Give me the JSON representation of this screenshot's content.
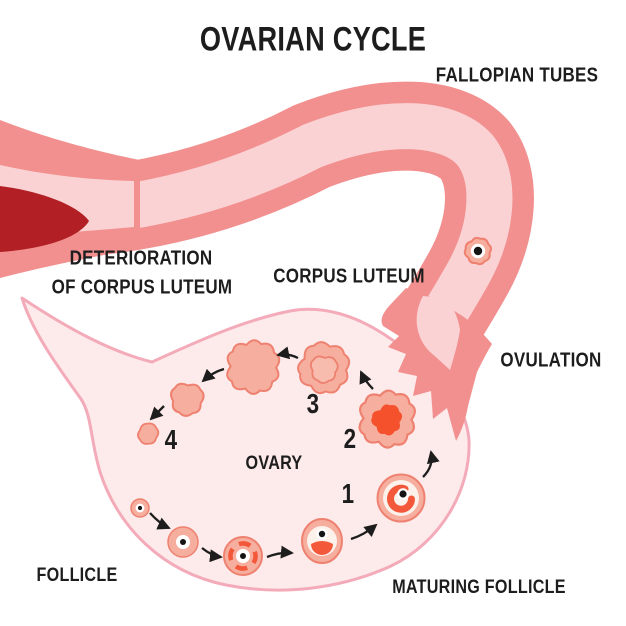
{
  "title": "OVARIAN CYCLE",
  "labels": {
    "fallopian_tubes": "FALLOPIAN TUBES",
    "deterioration_line1": "DETERIORATION",
    "deterioration_line2": "OF CORPUS LUTEUM",
    "corpus_luteum": "CORPUS LUTEUM",
    "ovulation": "OVULATION",
    "ovary": "OVARY",
    "follicle": "FOLLICLE",
    "maturing_follicle": "MATURING FOLLICLE"
  },
  "stages": [
    {
      "number": "1"
    },
    {
      "number": "2"
    },
    {
      "number": "3"
    },
    {
      "number": "4"
    }
  ],
  "colors": {
    "bg": "#ffffff",
    "text": "#1d1d1d",
    "tube_outer": "#f2908f",
    "tube_inner": "#fad2d4",
    "blood_red": "#b21f24",
    "ovary_fill": "#fdeaea",
    "ovary_stroke": "#f4abb9",
    "cell_fill": "#f6ae9f",
    "cell_fill_light": "#f7bcae",
    "cell_stroke": "#ee8170",
    "cream": "#fdf1ec",
    "accent_red": "#f4583a",
    "ovulation_core": "#f4512c",
    "arrow": "#1d1d1d"
  }
}
